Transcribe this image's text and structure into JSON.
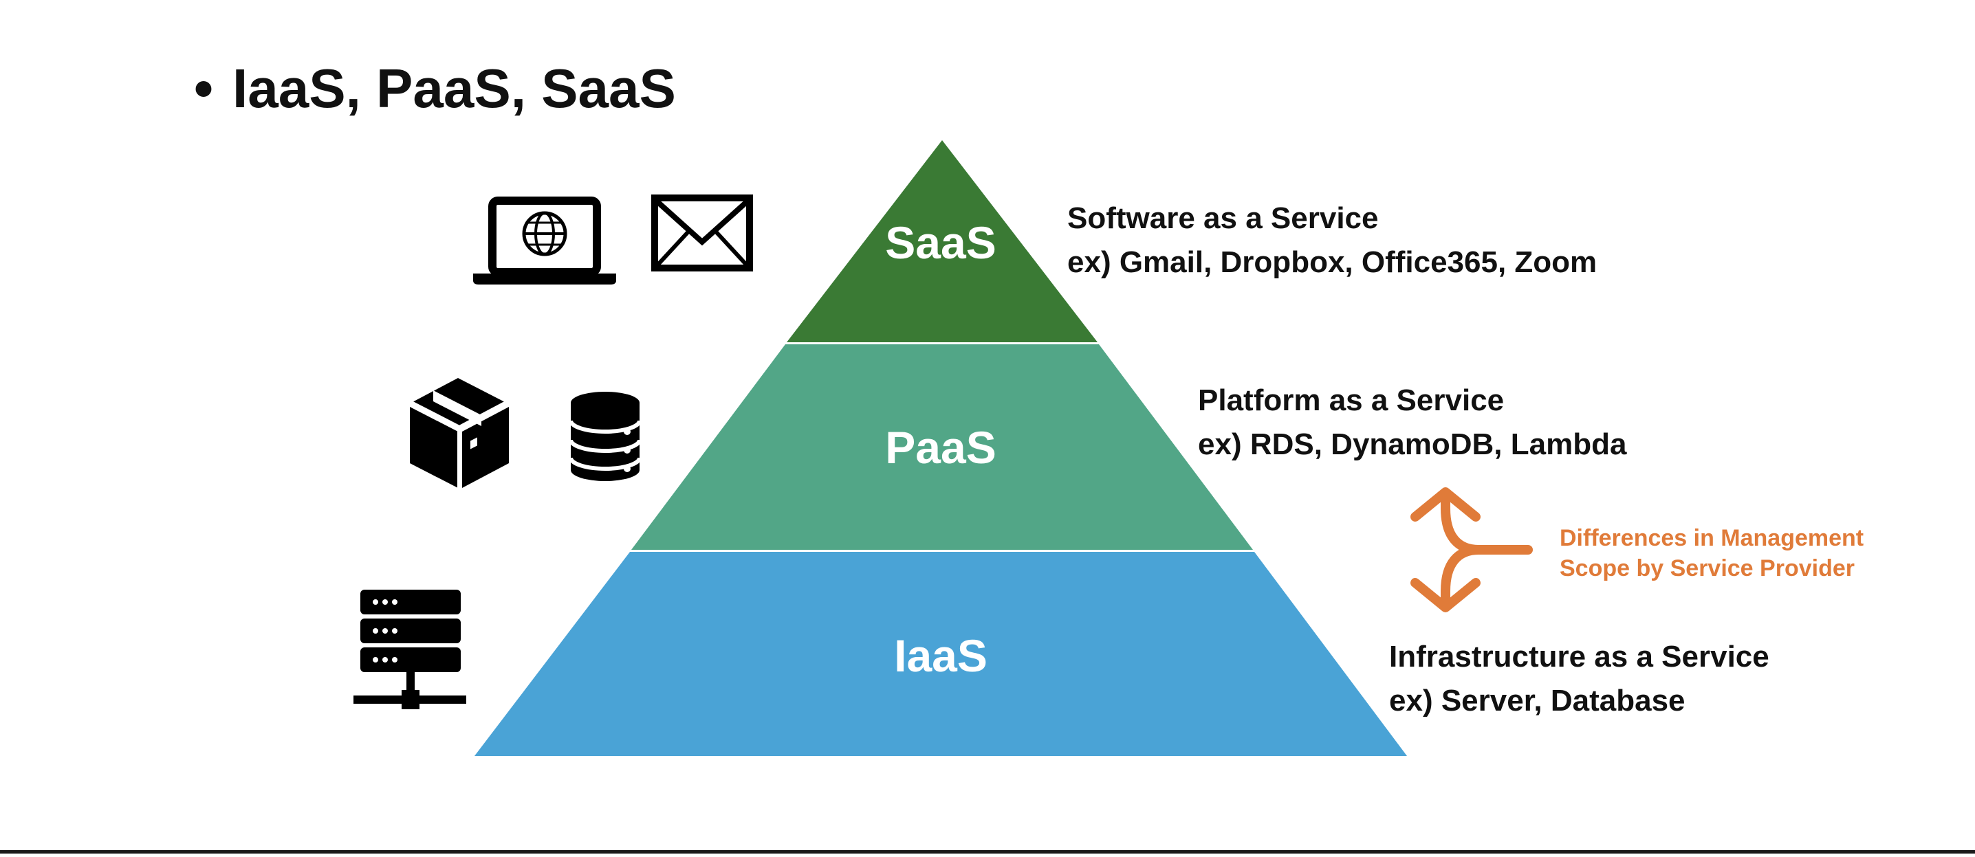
{
  "slide": {
    "bullet": "•",
    "title": "IaaS, PaaS, SaaS"
  },
  "pyramid": {
    "saas": {
      "label": "SaaS",
      "color": "#3a7a34"
    },
    "paas": {
      "label": "PaaS",
      "color": "#52a687"
    },
    "iaas": {
      "label": "IaaS",
      "color": "#4aa3d6"
    }
  },
  "descriptions": {
    "saas": {
      "line1": "Software as a Service",
      "line2": "ex) Gmail, Dropbox, Office365, Zoom"
    },
    "paas": {
      "line1": "Platform as a Service",
      "line2": "ex) RDS, DynamoDB, Lambda"
    },
    "iaas": {
      "line1": "Infrastructure as a Service",
      "line2": "ex) Server, Database"
    }
  },
  "annotation": {
    "line1": "Differences in Management",
    "line2": "Scope by Service Provider",
    "color": "#e07b39"
  },
  "icons": [
    "laptop-globe-icon",
    "mail-icon",
    "package-icon",
    "database-icon",
    "server-rack-icon"
  ]
}
